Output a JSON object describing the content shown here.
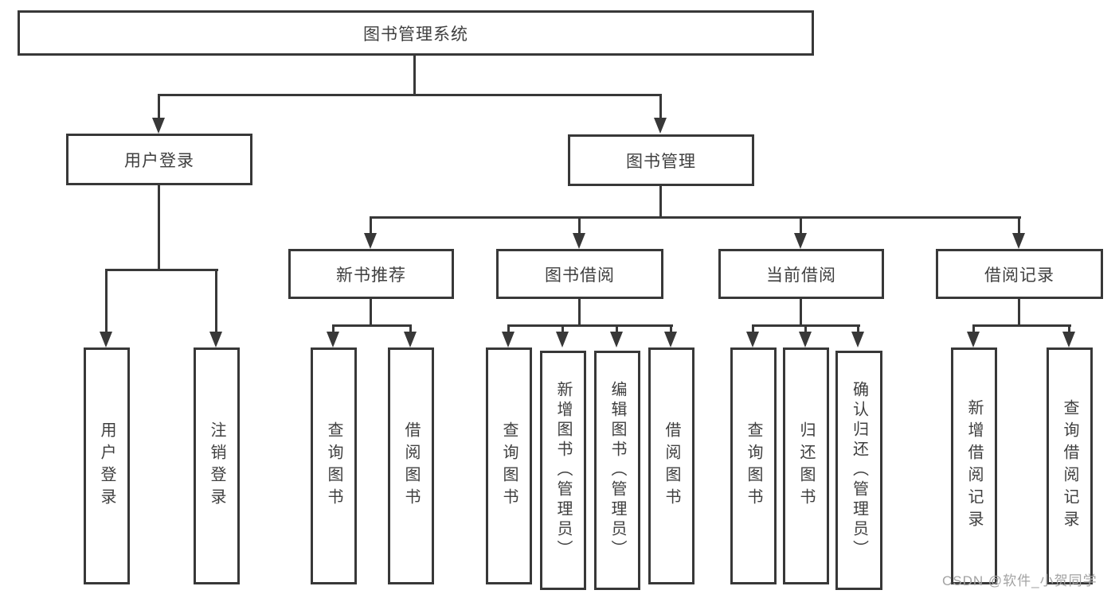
{
  "root": {
    "label": "图书管理系统"
  },
  "level2": [
    {
      "label": "用户登录"
    },
    {
      "label": "图书管理"
    }
  ],
  "level3": [
    {
      "label": "新书推荐"
    },
    {
      "label": "图书借阅"
    },
    {
      "label": "当前借阅"
    },
    {
      "label": "借阅记录"
    }
  ],
  "leaves": {
    "user_login": [
      "用户登录",
      "注销登录"
    ],
    "new_book": [
      "查询图书",
      "借阅图书"
    ],
    "book_borrow": [
      "查询图书",
      "新增图书（管理员）",
      "编辑图书（管理员）",
      "借阅图书"
    ],
    "current_borrow": [
      "查询图书",
      "归还图书",
      "确认归还（管理员）"
    ],
    "borrow_record": [
      "新增借阅记录",
      "查询借阅记录"
    ]
  },
  "watermark": {
    "text": "CSDN @软件_小贺同学"
  },
  "colors": {
    "line": "#383838",
    "text": "#3f3f3f",
    "background": "#ffffff",
    "watermark": "#a3a3a3"
  }
}
